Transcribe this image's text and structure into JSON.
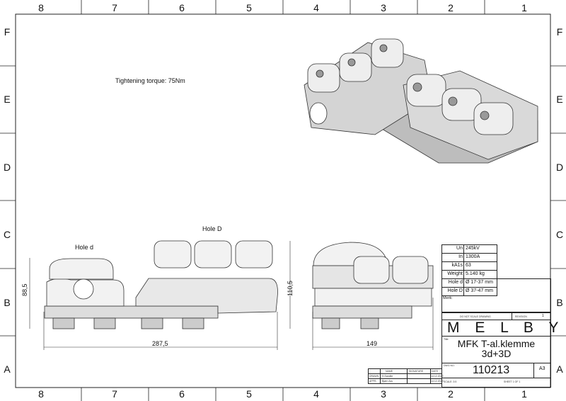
{
  "frame": {
    "columns": [
      "8",
      "7",
      "6",
      "5",
      "4",
      "3",
      "2",
      "1"
    ],
    "rows": [
      "F",
      "E",
      "D",
      "C",
      "B",
      "A"
    ]
  },
  "notes": {
    "torque": "Tightening torque: 75Nm",
    "hole_d_label": "Hole d",
    "hole_D_label": "Hole D"
  },
  "dimensions": {
    "height_left": "88,5",
    "height_right": "110,5",
    "length": "287,5",
    "width": "149"
  },
  "specs": [
    {
      "label": "Un",
      "value": "245kV"
    },
    {
      "label": "In",
      "value": "1300A"
    },
    {
      "label": "kA1s",
      "value": "63"
    },
    {
      "label": "Weight",
      "value": "5.140 kg"
    },
    {
      "label": "Hole d",
      "value": "Ø 17-37 mm"
    },
    {
      "label": "Hole D",
      "value": "Ø 37-47 mm"
    }
  ],
  "title_block": {
    "mark_label": "Merk:",
    "do_not_scale": "DO NOT SCALE DRAWING",
    "revision_label": "REVISION",
    "revision": "1",
    "company": "M E L B Y E",
    "title_label": "Title:",
    "title_line1": "MFK T-al.klemme",
    "title_line2": "3d+3D",
    "dwg_label": "DWG NO.",
    "drawing_number": "110213",
    "size": "A3",
    "scale": "SCALE: 3:5",
    "sheet": "SHEET 1 OF 1",
    "signoff": {
      "headers": [
        "NAME",
        "SIGNATURE",
        "DATE"
      ],
      "rows": [
        {
          "role": "DRAWN",
          "name": "H.Sandlie",
          "date": "14.12.2020"
        },
        {
          "role": "APPR.",
          "name": "Bjørn Ass",
          "date": "14.12.2020"
        }
      ]
    }
  }
}
